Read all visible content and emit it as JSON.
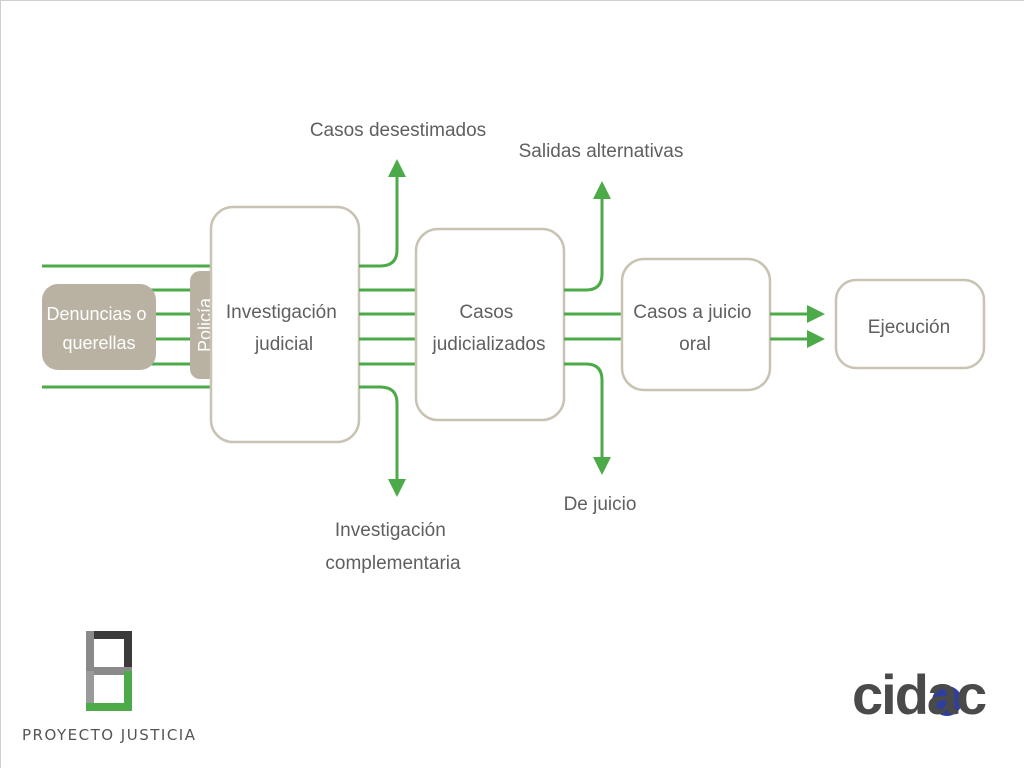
{
  "nodes": {
    "denuncias": [
      "Denuncias o",
      "querellas"
    ],
    "policia": "Policía",
    "investigacion": [
      "Investigación",
      "judicial"
    ],
    "judicializados": [
      "Casos",
      "judicializados"
    ],
    "juicio_oral": [
      "Casos a juicio",
      "oral"
    ],
    "ejecucion": "Ejecución"
  },
  "outputs": {
    "desestimados": "Casos desestimados",
    "salidas": "Salidas alternativas",
    "de_juicio": "De juicio",
    "complementaria": [
      "Investigación",
      "complementaria"
    ]
  },
  "logos": {
    "proyecto": "PROYECTO JUSTICIA",
    "cidac": "cidac"
  },
  "colors": {
    "flow": "#4caa48",
    "box_border": "#c9c3b4",
    "box_fill": "#b9b2a3",
    "cidac_dot": "#2f3f9e"
  }
}
